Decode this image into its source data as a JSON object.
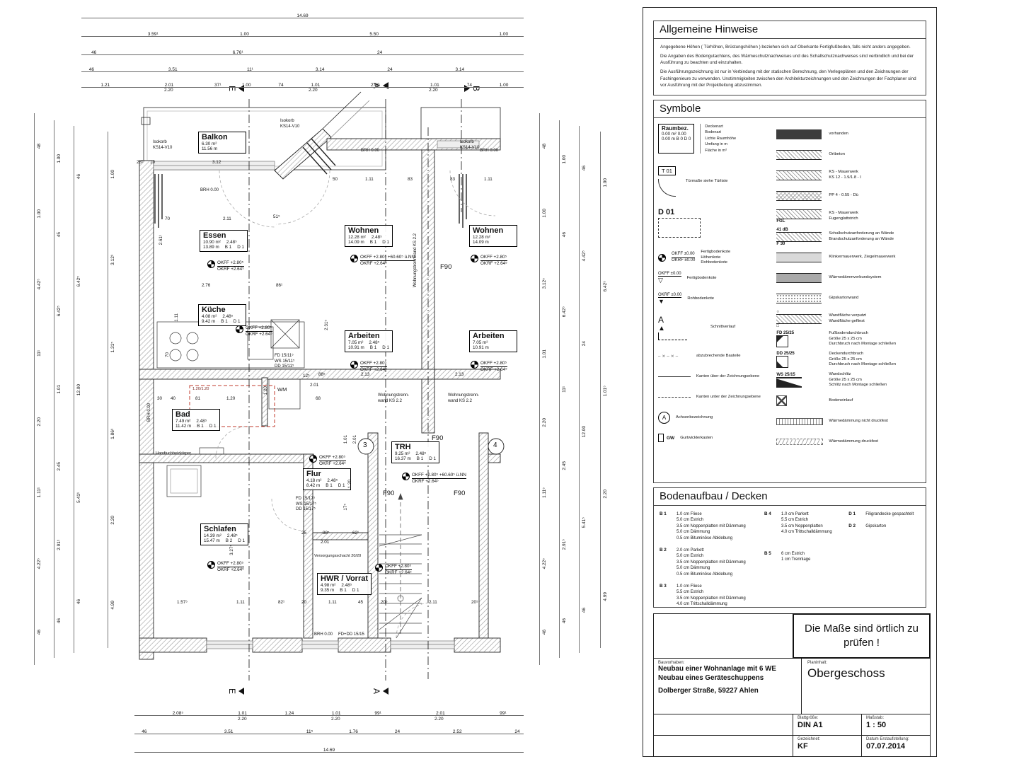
{
  "drawing": {
    "rooms": {
      "balkon": {
        "name": "Balkon",
        "a": "6.30 m²",
        "u": "11.56 m"
      },
      "essen": {
        "name": "Essen",
        "a": "10.90 m²",
        "h": "2.48⁵",
        "u": "13.89 m",
        "b": "B 1",
        "d": "D 1"
      },
      "kueche": {
        "name": "Küche",
        "a": "4.08 m²",
        "h": "2.48⁵",
        "u": "9.42 m",
        "b": "B 1",
        "d": "D 1"
      },
      "wohnen": {
        "name": "Wohnen",
        "a": "12.28 m²",
        "h": "2.48⁵",
        "u": "14.09 m",
        "b": "B 1",
        "d": "D 1"
      },
      "arbeiten": {
        "name": "Arbeiten",
        "a": "7.05 m²",
        "h": "2.48⁵",
        "u": "10.91 m",
        "b": "B 1",
        "d": "D 1"
      },
      "bad": {
        "name": "Bad",
        "a": "7.49 m²",
        "h": "2.48⁵",
        "u": "11.42 m",
        "b": "B 1",
        "d": "D 1"
      },
      "flur": {
        "name": "Flur",
        "a": "4.18 m²",
        "h": "2.48⁵",
        "u": "8.42 m",
        "b": "B 1",
        "d": "D 1"
      },
      "trh": {
        "name": "TRH",
        "a": "9.25 m²",
        "h": "2.48⁵",
        "u": "16.37 m",
        "b": "B 1",
        "d": "D 1"
      },
      "schlafen": {
        "name": "Schlafen",
        "a": "14.39 m²",
        "h": "2.48⁵",
        "u": "15.47 m",
        "b": "B 2",
        "d": "D 1"
      },
      "hwr": {
        "name": "HWR / Vorrat",
        "a": "4.98 m²",
        "h": "2.48⁵",
        "u": "9.35 m",
        "b": "B 1",
        "d": "D 1"
      }
    },
    "kote": {
      "okff": "OKFF +2.80⁵",
      "okff_nn": "OKFF +2.80⁵  +60.60⁵ ü.NN",
      "okrf": "OKRF +2.64⁵"
    },
    "ann": {
      "isokorb1": "Isokorb",
      "isokorb2": "KS14-V10",
      "brh": "BRH 0.00",
      "trennwand": "Wohnungstrennwand KS 2.2",
      "trennwand_l1": "Wohnungstrenn-",
      "trennwand_l2": "wand KS 2.2",
      "f90": "F90",
      "fd1": "FD 15/11⁵",
      "ws1": "WS 15/11⁵",
      "dd1": "DD 15/11⁵",
      "fd2": "FD 15/17⁵",
      "ws2": "WS 15/17⁵",
      "dd2": "DD 15/17⁵",
      "fddd": "FD+DD 15/15",
      "wm": "WM",
      "handtuch": "Handtuchheizkörper",
      "schacht": "Versorgungsschacht 20/20",
      "redbox": "1.20/1.20",
      "axis3": "3",
      "axis4": "4",
      "sec_e": "E",
      "sec_a": "A",
      "sec_b": "B"
    },
    "dims": {
      "top": {
        "r1": [
          "14.69"
        ],
        "r2": [
          "3.59¹",
          "1.00",
          "5.50",
          "1.00"
        ],
        "r3": [
          "46",
          "6.76¹",
          "24",
          ""
        ],
        "r4": [
          "46",
          "3.51",
          "11¹",
          "3.14",
          "24",
          "3.14"
        ],
        "r5": [
          "1.21",
          "2.01",
          "37¹",
          "1.00",
          "74",
          "1.01",
          "2.00",
          "1.01",
          "74",
          "1.00"
        ],
        "s220": [
          "2.20",
          "2.20",
          "2.20"
        ]
      },
      "bottom": {
        "r1": [
          "2.08⁵",
          "1.01",
          "1.24",
          "1.01",
          "99¹",
          "2.01",
          "99¹"
        ],
        "s220": [
          "2.20",
          "2.20",
          "2.20"
        ],
        "r2": [
          "46",
          "3.51",
          "11⁵",
          "1.76",
          "24",
          "2.52",
          "24"
        ],
        "r3": [
          "14.69"
        ]
      },
      "left": {
        "c1": [
          "48",
          "1.00",
          "4.42⁵",
          "11¹",
          "2.20",
          "1.11¹",
          "4.22⁵",
          "46"
        ],
        "c2": [
          "1.00",
          "45",
          "6.42⁵",
          "1.01",
          "2.45",
          "2.91¹",
          "46"
        ],
        "c3": [
          "46",
          "6.42⁵",
          "12.00",
          "5.41¹",
          "46"
        ],
        "c4": [
          "1.00",
          "3.12¹",
          "1.31⁵",
          "1.86¹",
          "2.20",
          "4.99"
        ]
      },
      "right": {
        "c1": [
          "48",
          "1.00",
          "3.12⁵",
          "1.01",
          "2.20",
          "1.11⁵",
          "4.22⁵",
          "46"
        ],
        "c2": [
          "1.00",
          "46",
          "6.42⁵",
          "11¹",
          "2.45",
          "2.91⁵",
          "46"
        ],
        "c3": [
          "46",
          "4.42⁵",
          "24",
          "12.00",
          "5.41⁵",
          "46"
        ],
        "c4": [
          "1.00",
          "6.42⁵",
          "1.01⁵",
          "2.20",
          "4.99"
        ]
      },
      "inline": [
        "28⁵",
        "10",
        "3.12",
        "70",
        "2.11",
        "51⁵",
        "50",
        "1.11",
        "83",
        "83",
        "1.11",
        "2.76",
        "86¹",
        "2.61¹",
        "70",
        "1.11",
        "12⁵",
        "88⁵",
        "2.01",
        "30",
        "40",
        "81",
        "1.20",
        "68",
        "1.20",
        "2.31⁵",
        "2.13",
        "2.13",
        "1.01",
        "2.01",
        "1.20",
        "17⁵",
        "25",
        "88⁵",
        "62¹",
        "2.01",
        "3.27⁵",
        "1.57⁵",
        "1.11",
        "82¹",
        "20",
        "1.11",
        "45",
        "20⁵",
        "2.11",
        "20⁵"
      ]
    }
  },
  "panel": {
    "hinweise": {
      "title": "Allgemeine Hinweise",
      "p1": "Angegebene Höhen ( Türhöhen, Brüstungshöhen ) beziehen sich auf Oberkante Fertigfußboden, falls nicht anders angegeben.",
      "p2": "Die Angaben des Bodengutachtens, des Wärmeschutznachweises und des Schallschutznachweises sind verbindlich und bei der Ausführung zu beachten und einzuhalten.",
      "p3": "Die Ausführungszeichnung ist nur in Verbindung mit der statischen Berechnung, den Verlegeplänen und den Zeichnungen der Fachingenieure zu verwenden. Unstimmigkeiten zwischen den Architekturzeichnungen und den Zeichnungen der Fachplaner sind vor Ausführung mit der Projektleitung abzustimmen."
    },
    "symbole": {
      "title": "Symbole",
      "raumbez": {
        "title": "Raumbez.",
        "l1": "0.00 m²   0.00",
        "l2": "0.00 m   B 0   D 0",
        "callouts": [
          "Deckenart",
          "Bodenart",
          "Lichte Raumhöhe",
          "Umfang in m",
          "Fläche in m²"
        ]
      },
      "t01": {
        "code": "T 01",
        "label": "Türmaße siehe Türliste"
      },
      "d01": {
        "code": "D 01"
      },
      "kote1": {
        "code": "OKFF ±0.00",
        "code2": "OKRF ±0.00",
        "l1": "Fertigbodenkote",
        "l2": "Höhenkote",
        "l3": "Rohbodenkote"
      },
      "kote2": {
        "code": "OKFF ±0.00",
        "label": "Fertigbodenkote"
      },
      "kote3": {
        "code": "OKRF ±0.00",
        "label": "Rohbodenkote"
      },
      "schnitt": {
        "code": "A",
        "label": "Schnittverlauf"
      },
      "abzu": {
        "label": "abzubrechende Bauteile"
      },
      "kanten1": {
        "label": "Kanten über der Zeichnungsebene"
      },
      "kanten2": {
        "label": "Kanten unter der Zeichnungsebene"
      },
      "achse": {
        "code": "A",
        "label": "Achsenbezeichnung"
      },
      "gw": {
        "code": "GW",
        "label": "Gurtwicklerkasten"
      },
      "right": [
        {
          "swcls": "sw solid",
          "code": "",
          "code2": "",
          "l1": "vorhanden",
          "l2": "",
          "l3": ""
        },
        {
          "swcls": "sw hatch",
          "code": "",
          "code2": "",
          "l1": "Ortbeton",
          "l2": "",
          "l3": ""
        },
        {
          "swcls": "sw hatch",
          "code": "",
          "code2": "",
          "l1": "KS - Mauerwerk",
          "l2": "KS 12 - 1.9/1.8 - I",
          "l3": ""
        },
        {
          "swcls": "sw crosshatch",
          "code": "",
          "code2": "",
          "l1": "PP 4 - 0.55 - Dü",
          "l2": "",
          "l3": ""
        },
        {
          "swcls": "sw hatch",
          "code": "",
          "code2": "FGL",
          "l1": "KS - Mauerwerk",
          "l2": "Fugenglattstrich",
          "l3": ""
        },
        {
          "swcls": "sw hatch",
          "code": "41 dB",
          "code2": "F 30",
          "l1": "Schallschutzanforderung an Wände",
          "l2": "Brandschutzanforderung an Wände",
          "l3": ""
        },
        {
          "swcls": "sw graylight",
          "code": "",
          "code2": "",
          "l1": "Klinkermauerwerk, Ziegelmauerwerk",
          "l2": "",
          "l3": ""
        },
        {
          "swcls": "sw graydark",
          "code": "",
          "code2": "",
          "l1": "Wärmedämmverbundsystem",
          "l2": "",
          "l3": ""
        },
        {
          "swcls": "sw dots",
          "code": "",
          "code2": "",
          "l1": "Gipskartonwand",
          "l2": "",
          "l3": ""
        },
        {
          "swcls": "sw hatch",
          "code": "○",
          "code2": "□",
          "l1": "Wandfläche verputzt",
          "l2": "Wandfläche gefliest",
          "l3": ""
        },
        {
          "swcls": "sqc",
          "code": "FD 25/25",
          "code2": "",
          "l1": "Fußbodendurchbruch",
          "l2": "Größe 25 x 25 cm",
          "l3": "Durchbruch nach Montage schließen"
        },
        {
          "swcls": "sqc2",
          "code": "DD 25/25",
          "code2": "",
          "l1": "Deckendurchbruch",
          "l2": "Größe 25 x 25 cm",
          "l3": "Durchbruch nach Montage schließen"
        },
        {
          "swcls": "wsb",
          "code": "WS 25/15",
          "code2": "",
          "l1": "Wandschlitz",
          "l2": "Größe 25 x 25 cm",
          "l3": "Schlitz nach Montage schließen"
        },
        {
          "swcls": "drain",
          "code": "",
          "code2": "",
          "l1": "Bodeneinlauf",
          "l2": "",
          "l3": ""
        },
        {
          "swcls": "insul1",
          "code": "",
          "code2": "",
          "l1": "Wärmedämmung nicht druckfest",
          "l2": "",
          "l3": ""
        },
        {
          "swcls": "insul2",
          "code": "",
          "code2": "",
          "l1": "Wärmedämmung druckfest",
          "l2": "",
          "l3": ""
        }
      ]
    },
    "boden": {
      "title": "Bodenaufbau / Decken",
      "b1": {
        "code": "B 1",
        "lines": [
          "1.0 cm   Fliese",
          "5.0 cm   Estrich",
          "3.5 cm   Noppenplatten mit Dämmung",
          "5.0 cm   Dämmung",
          "0.5 cm   Bituminöse Abklebung"
        ]
      },
      "b2": {
        "code": "B 2",
        "lines": [
          "2.0 cm   Parkett",
          "5.0 cm   Estrich",
          "3.5 cm   Noppenplatten mit Dämmung",
          "5.0 cm   Dämmung",
          "0.5 cm   Bituminöse Abklebung"
        ]
      },
      "b3": {
        "code": "B 3",
        "lines": [
          "1.0 cm   Fliese",
          "5.5 cm   Estrich",
          "3.5 cm   Noppenplatten mit Dämmung",
          "4.0 cm   Trittschalldämmung"
        ]
      },
      "b4": {
        "code": "B 4",
        "lines": [
          "1.0 cm   Parkett",
          "5.5 cm   Estrich",
          "3.5 cm   Noppenplatten",
          "4.0 cm   Trittschalldämmung"
        ]
      },
      "b5": {
        "code": "B 5",
        "lines": [
          "6 cm   Estrich",
          "1 cm   Trennlage"
        ]
      },
      "d1": {
        "code": "D 1",
        "lines": [
          "Filigrandecke gespachtelt"
        ]
      },
      "d2": {
        "code": "D 2",
        "lines": [
          "Gipskarton"
        ]
      }
    },
    "titleblock": {
      "warning": "Die Maße sind örtlich zu prüfen !",
      "bv_label": "Bauvorhaben:",
      "bv1": "Neubau einer Wohnanlage mit 6 WE",
      "bv2": "Neubau eines Geräteschuppens",
      "bv3": "Dolberger Straße, 59227 Ahlen",
      "pi_label": "Planinhalt:",
      "pi": "Obergeschoss",
      "bg_label": "Blattgröße:",
      "bg": "DIN A1",
      "ms_label": "Maßstab:",
      "ms": "1 : 50",
      "gz_label": "Gezeichnet:",
      "gz": "KF",
      "dt_label": "Datum Erstaufstellung:",
      "dt": "07.07.2014"
    }
  }
}
